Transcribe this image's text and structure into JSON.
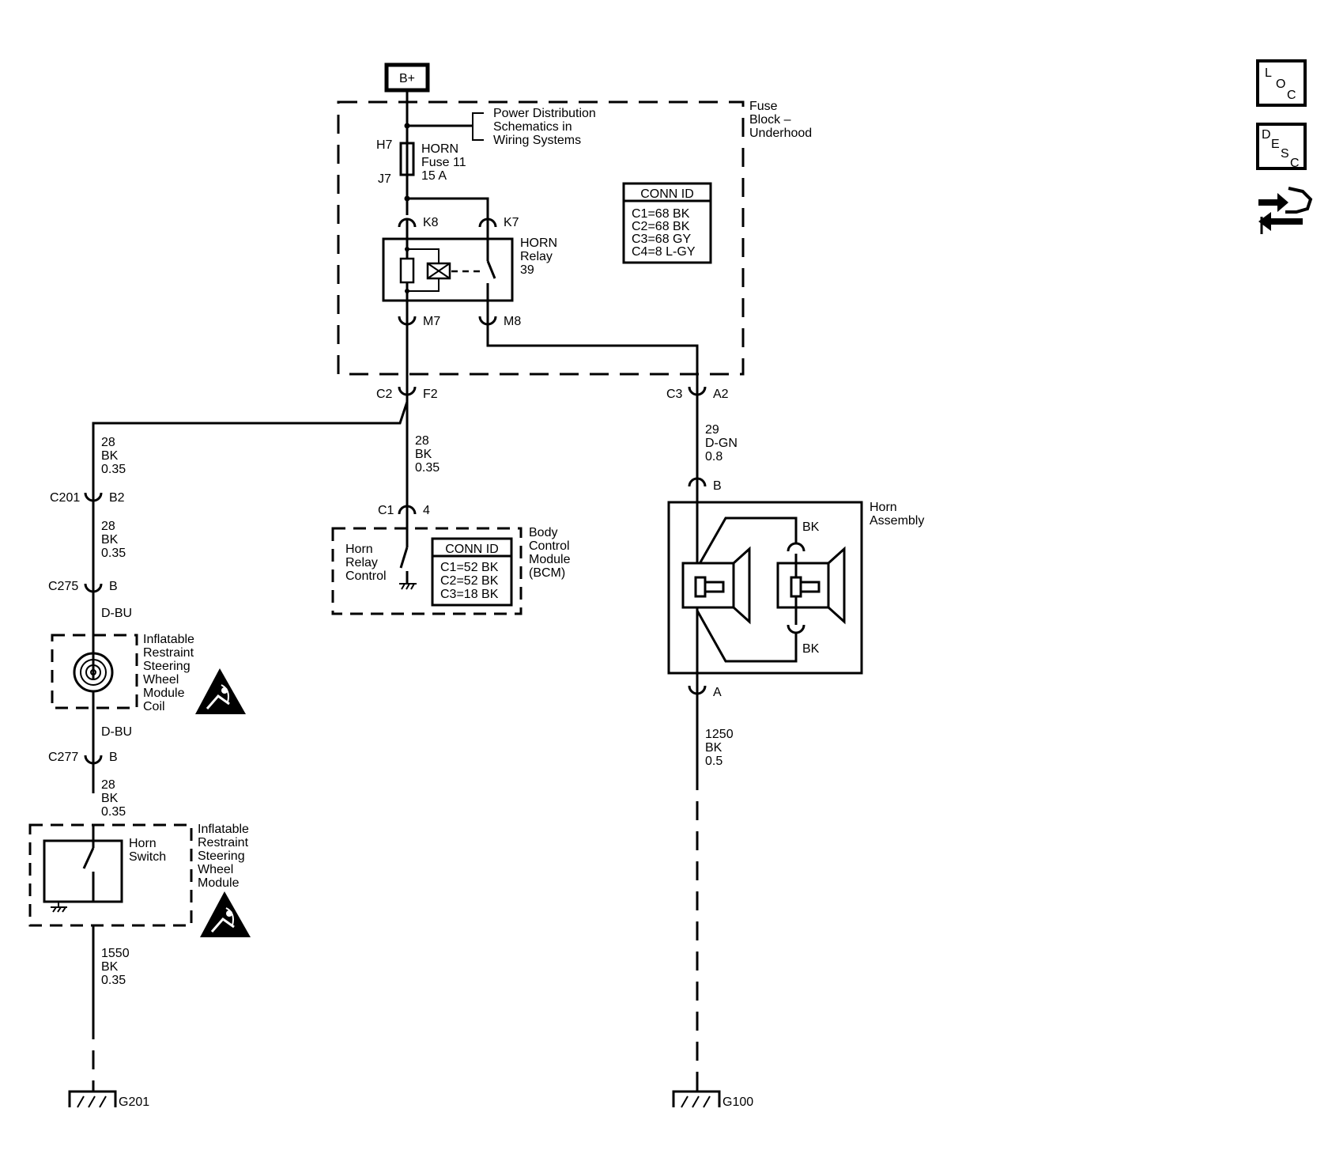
{
  "power": {
    "label": "B+"
  },
  "fuse_block": {
    "label": [
      "Fuse",
      "Block –",
      "Underhood"
    ],
    "power_dist_ref": [
      "Power Distribution",
      "Schematics in",
      "Wiring Systems"
    ],
    "fuse": {
      "pin_in": "H7",
      "pin_out": "J7",
      "label": [
        "HORN",
        "Fuse 11",
        "15 A"
      ]
    },
    "relay": {
      "label": [
        "HORN",
        "Relay",
        "39"
      ],
      "pins": {
        "k8": "K8",
        "k7": "K7",
        "m7": "M7",
        "m8": "M8"
      }
    },
    "conn_id": {
      "title": "CONN ID",
      "rows": [
        "C1=68 BK",
        "C2=68 BK",
        "C3=68 GY",
        "C4=8 L-GY"
      ]
    }
  },
  "connectors": {
    "c2f2": {
      "conn": "C2",
      "pin": "F2"
    },
    "c3a2": {
      "conn": "C3",
      "pin": "A2"
    },
    "c1_4": {
      "conn": "C1",
      "pin": "4"
    },
    "c201": {
      "conn": "C201",
      "pin": "B2"
    },
    "c275": {
      "conn": "C275",
      "pin": "B"
    },
    "c277": {
      "conn": "C277",
      "pin": "B"
    },
    "horn_b": {
      "pin": "B"
    },
    "horn_a": {
      "pin": "A"
    }
  },
  "wires": {
    "left_top": [
      "28",
      "BK",
      "0.35"
    ],
    "bcm_feed": [
      "28",
      "BK",
      "0.35"
    ],
    "horn_feed": [
      "29",
      "D-GN",
      "0.8"
    ],
    "left_mid": [
      "28",
      "BK",
      "0.35"
    ],
    "dbu_upper": "D-BU",
    "dbu_lower": "D-BU",
    "left_lower": [
      "28",
      "BK",
      "0.35"
    ],
    "switch_ground": [
      "1550",
      "BK",
      "0.35"
    ],
    "horn_ground": [
      "1250",
      "BK",
      "0.5"
    ]
  },
  "bcm": {
    "label": [
      "Body",
      "Control",
      "Module",
      "(BCM)"
    ],
    "control_label": [
      "Horn",
      "Relay",
      "Control"
    ],
    "conn_id": {
      "title": "CONN ID",
      "rows": [
        "C1=52 BK",
        "C2=52 BK",
        "C3=18 BK"
      ]
    }
  },
  "horn_assembly": {
    "label": [
      "Horn",
      "Assembly"
    ],
    "wire_top": "BK",
    "wire_bottom": "BK"
  },
  "coil": {
    "label": [
      "Inflatable",
      "Restraint",
      "Steering",
      "Wheel",
      "Module",
      "Coil"
    ]
  },
  "wheel_module": {
    "label": [
      "Inflatable",
      "Restraint",
      "Steering",
      "Wheel",
      "Module"
    ],
    "switch_label": [
      "Horn",
      "Switch"
    ]
  },
  "grounds": {
    "g201": "G201",
    "g100": "G100"
  },
  "side_icons": {
    "loc": {
      "letters": [
        "L",
        "O",
        "C"
      ],
      "icon": "loc-icon"
    },
    "desc": {
      "letters": [
        "D",
        "E",
        "S",
        "C"
      ],
      "icon": "desc-icon"
    },
    "connector_icon": "connector-tool-icon"
  }
}
